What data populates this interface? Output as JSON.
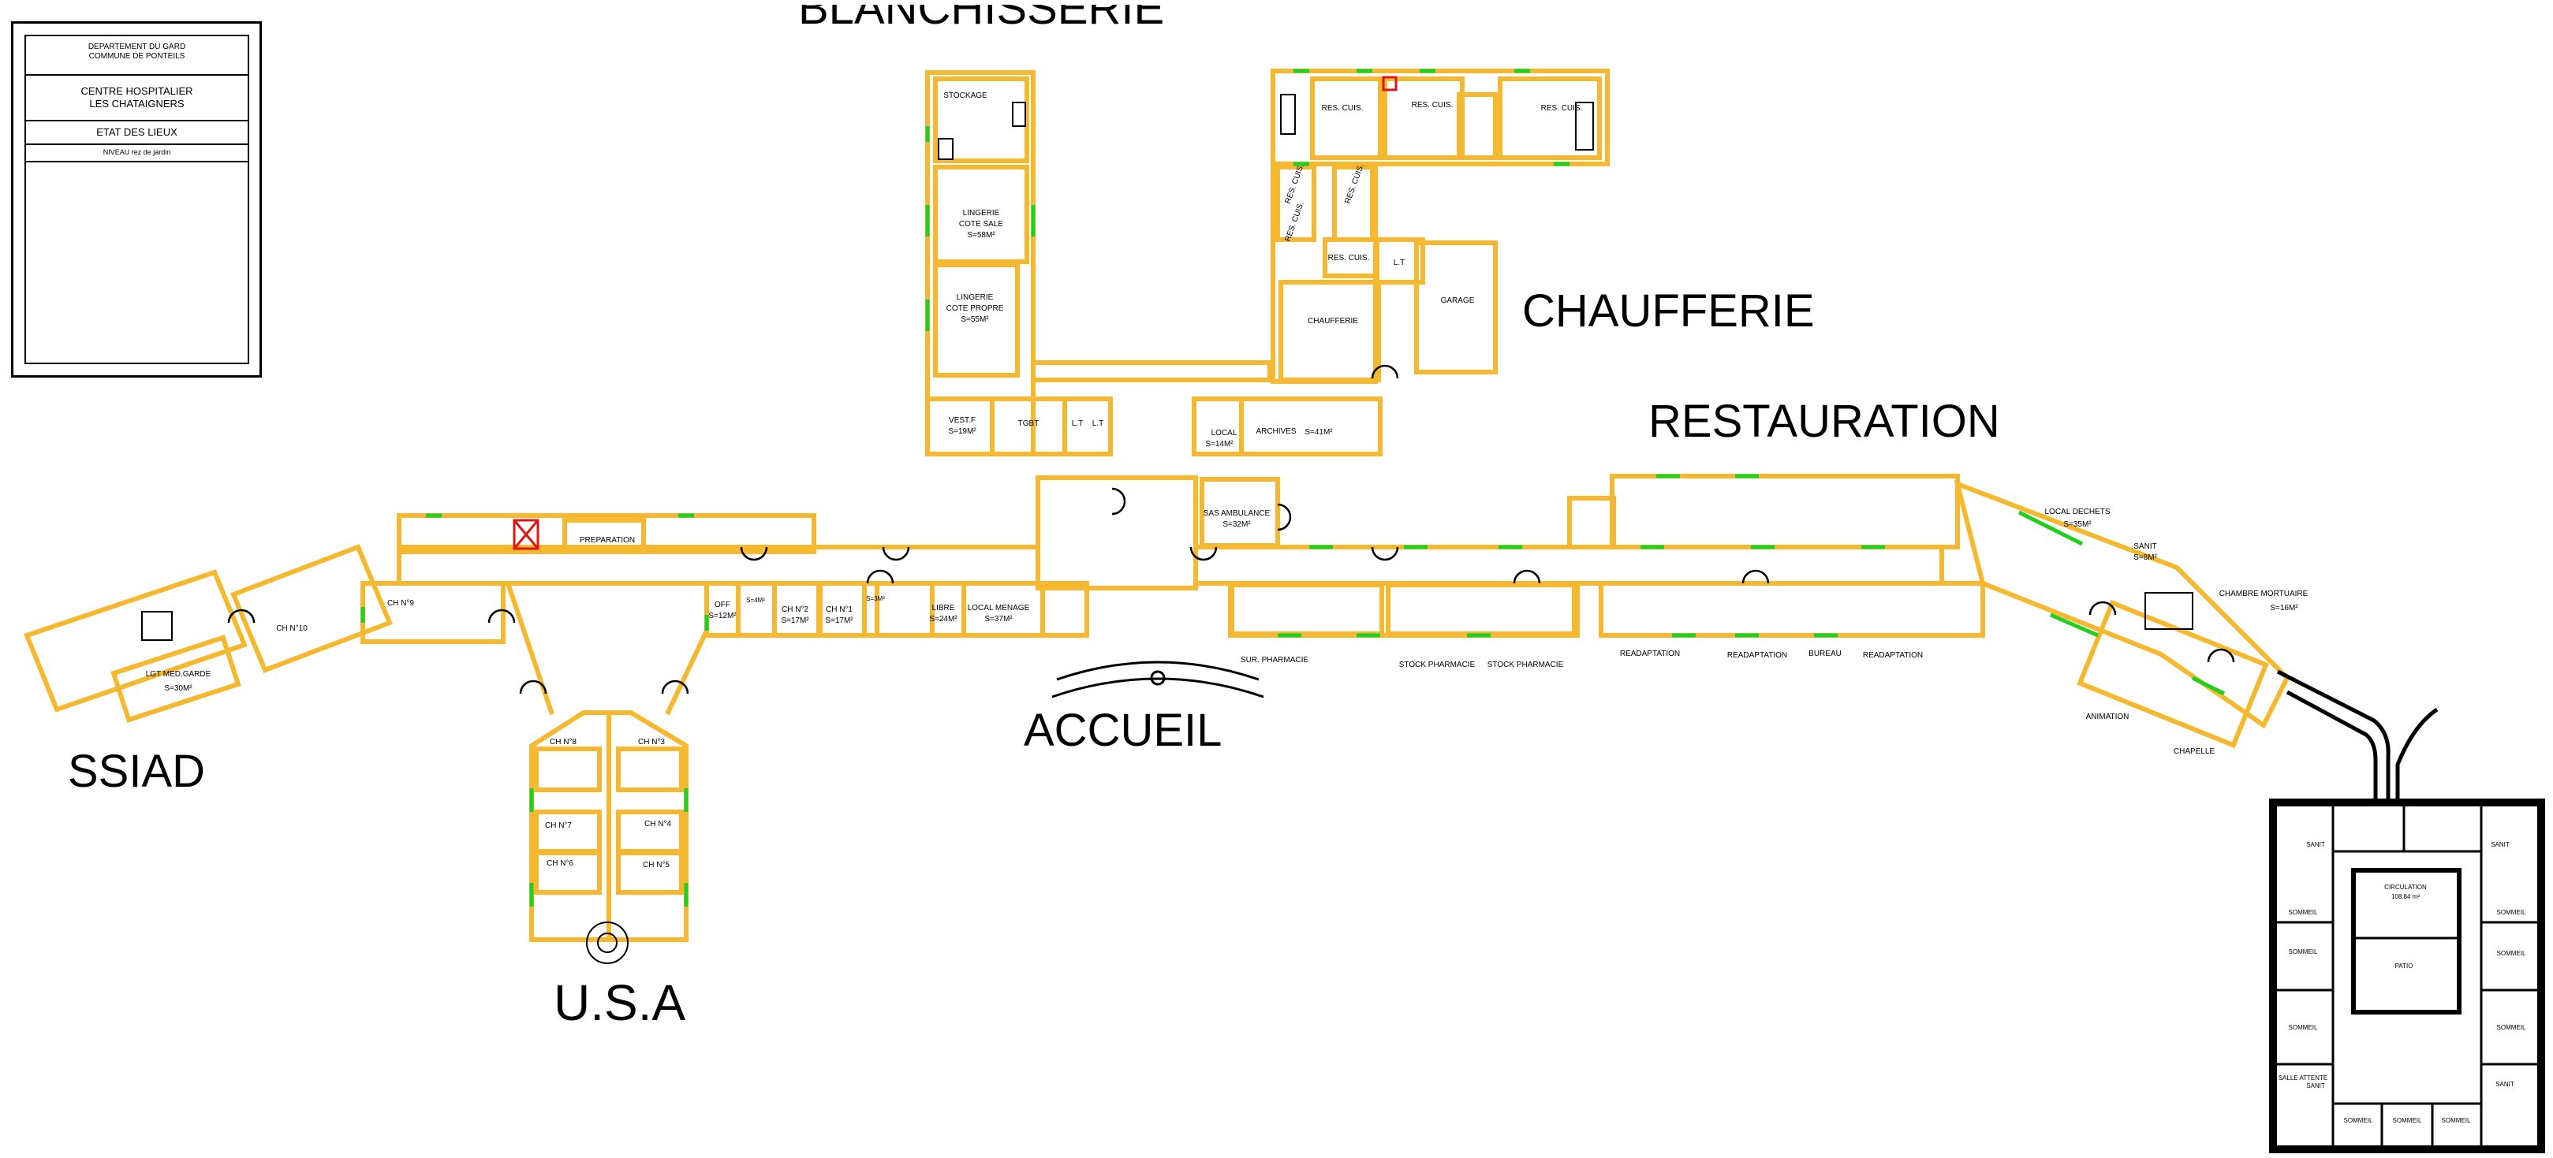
{
  "title_block": {
    "line1": "DEPARTEMENT DU GARD",
    "line2": "COMMUNE DE PONTEILS",
    "line3": "CENTRE HOSPITALIER",
    "line4": "LES CHATAIGNERS",
    "line5": "ETAT DES LIEUX",
    "line6": "NIVEAU rez de jardin"
  },
  "sections": {
    "blanchisserie": "BLANCHISSERIE",
    "chaufferie": "CHAUFFERIE",
    "restauration": "RESTAURATION",
    "accueil": "ACCUEIL",
    "ssiad": "SSIAD",
    "usa": "U.S.A"
  },
  "rooms": {
    "stockage": "STOCKAGE",
    "lingerie_sale_1": "LINGERIE",
    "lingerie_sale_2": "COTE SALE",
    "lingerie_sale_3": "S=58M²",
    "lingerie_propre_1": "LINGERIE",
    "lingerie_propre_2": "COTE PROPRE",
    "lingerie_propre_3": "S=55M²",
    "vestf_1": "VEST.F",
    "vestf_2": "S=19M²",
    "tgbt": "TGBT",
    "lt_a": "L.T",
    "lt_b": "L.T",
    "local_1": "LOCAL",
    "local_2": "S=14M²",
    "archives": "ARCHIVES",
    "archives_s": "S=41M²",
    "res_cuis_1": "RES. CUIS.",
    "res_cuis_2": "RES. CUIS.",
    "res_cuis_3": "RES. CUIS.",
    "res_cuis_4": "RES. CUIS.",
    "res_cuis_5": "RES. CUIS.",
    "res_cuis_6": "RES. CUIS.",
    "res_cuis_7": "RES. CUIS.",
    "lt_c": "L.T",
    "chaufferie_room": "CHAUFFERIE",
    "garage": "GARAGE",
    "sas_amb_1": "SAS AMBULANCE",
    "sas_amb_2": "S=32M²",
    "preparation": "PREPARATION",
    "ch9": "CH N°9",
    "ch10": "CH N°10",
    "lgt_1": "LGT MED.GARDE",
    "lgt_2": "S=30M²",
    "off_1": "OFF",
    "off_2": "S=12M²",
    "s4m": "S=4M²",
    "ch2_1": "CH N°2",
    "ch2_2": "S=17M²",
    "ch1_1": "CH N°1",
    "ch1_2": "S=17M²",
    "s3m": "S=3M²",
    "libre_1": "LIBRE",
    "libre_2": "S=24M²",
    "local_menage_1": "LOCAL MENAGE",
    "local_menage_2": "S=37M²",
    "sur_pharmacie": "SUR. PHARMACIE",
    "stock_pharm_1": "STOCK PHARMACIE",
    "stock_pharm_2": "STOCK PHARMACIE",
    "readapt_1": "READAPTATION",
    "readapt_2": "READAPTATION",
    "bureau": "BUREAU",
    "readapt_3": "READAPTATION",
    "local_dechets_1": "LOCAL DECHETS",
    "local_dechets_2": "S=35M²",
    "sanit_1": "SANIT",
    "sanit_2": "S=8M²",
    "chambre_mort_1": "CHAMBRE MORTUAIRE",
    "chambre_mort_2": "S=16M²",
    "animation": "ANIMATION",
    "chapelle": "CHAPELLE",
    "ch3": "CH N°3",
    "ch8": "CH N°8",
    "ch4": "CH N°4",
    "ch7": "CH N°7",
    "ch5": "CH N°5",
    "ch6": "CH N°6",
    "circulation_1": "CIRCULATION",
    "circulation_2": "108.84 m²",
    "patio": "PATIO",
    "sommeil_a": "SOMMEIL",
    "sommeil_b": "SOMMEIL",
    "sommeil_c": "SOMMEIL",
    "sommeil_d": "SOMMEIL",
    "sommeil_e": "SOMMEIL",
    "sommeil_f": "SOMMEIL",
    "sommeil_g": "SOMMEIL",
    "sommeil_h": "SOMMEIL",
    "sommeil_i": "SOMMEIL",
    "salle_attente": "SALLE ATTENTE",
    "sanit_a": "SANIT",
    "sanit_b": "SANIT",
    "sanit_c": "SANIT",
    "sanit_d": "SANIT"
  },
  "colors": {
    "wall": "#f5b82e",
    "window": "#1fd01f",
    "door": "#000000",
    "red": "#e01515",
    "ink": "#000000"
  }
}
